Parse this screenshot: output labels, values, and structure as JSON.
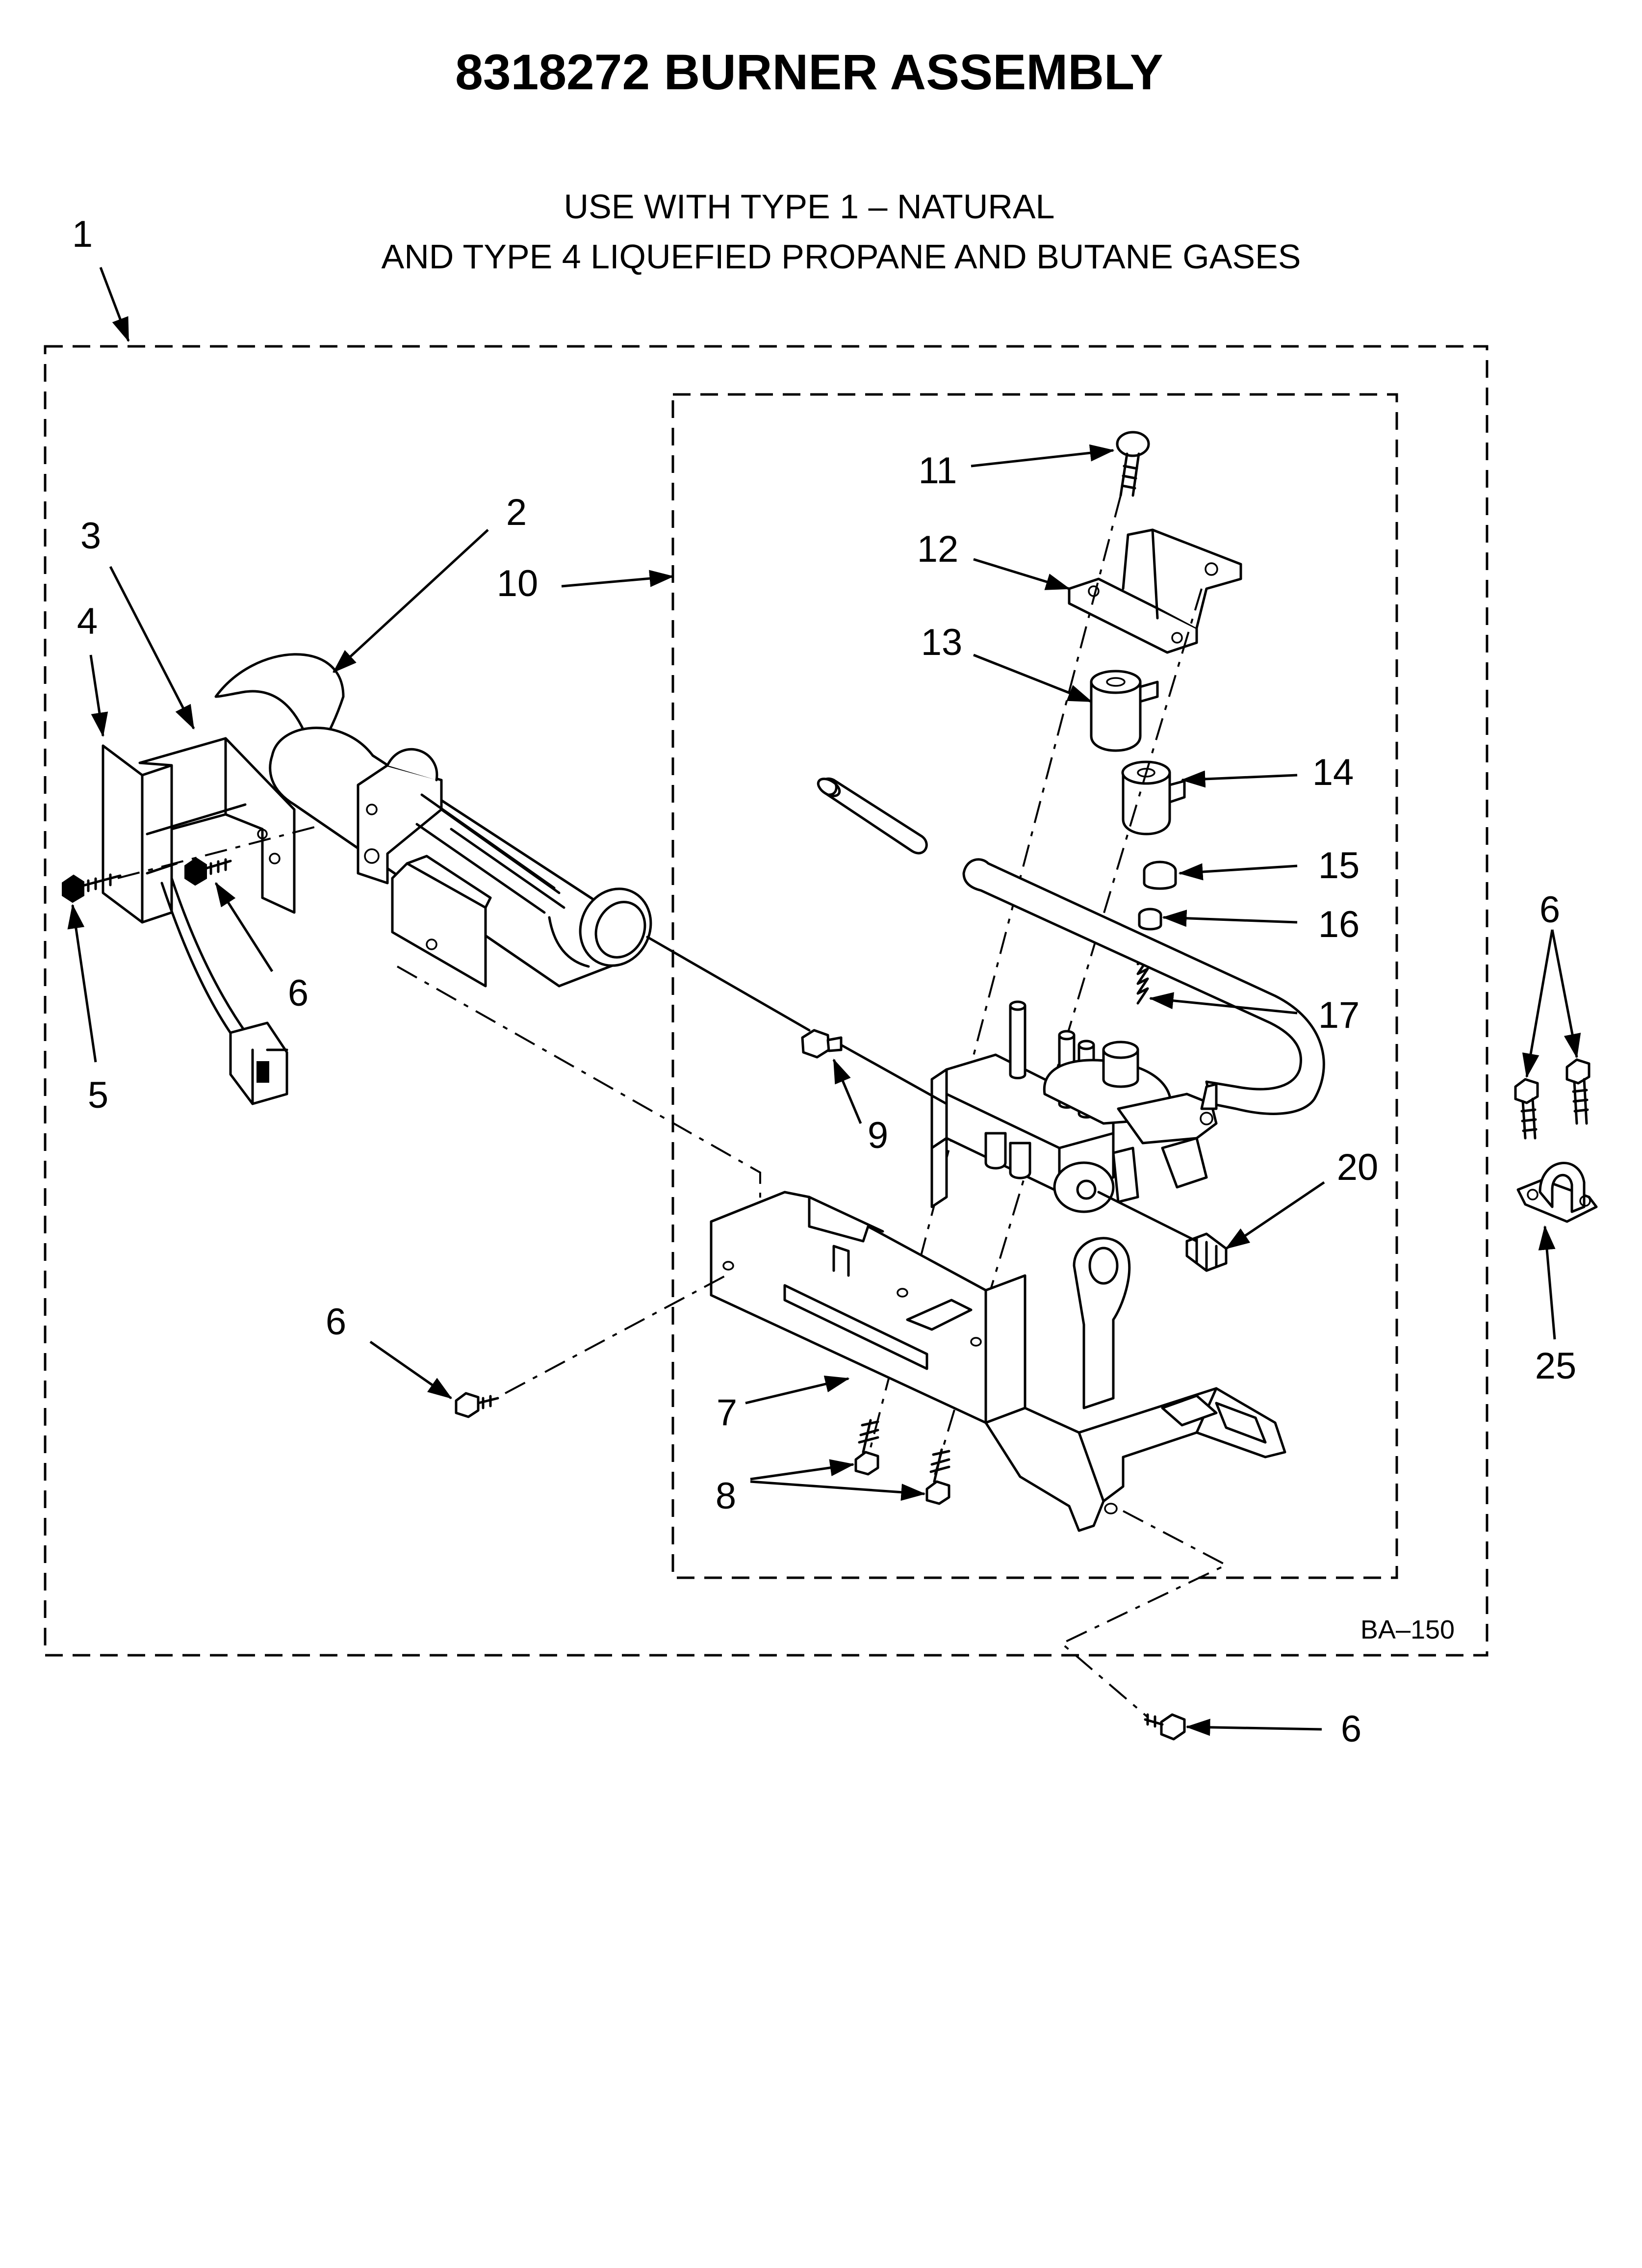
{
  "title": "8318272 BURNER ASSEMBLY",
  "subtitle_line1": "USE WITH TYPE 1 –   NATURAL",
  "subtitle_line2": "AND TYPE 4    LIQUEFIED PROPANE AND BUTANE GASES",
  "reference_code": "BA–150",
  "callouts": {
    "c1": "1",
    "c2": "2",
    "c3": "3",
    "c4": "4",
    "c5": "5",
    "c6_left": "6",
    "c6_lower_left": "6",
    "c6_right": "6",
    "c6_bottom": "6",
    "c7": "7",
    "c8": "8",
    "c9": "9",
    "c10": "10",
    "c11": "11",
    "c12": "12",
    "c13": "13",
    "c14": "14",
    "c15": "15",
    "c16": "16",
    "c17": "17",
    "c20": "20",
    "c25": "25"
  }
}
